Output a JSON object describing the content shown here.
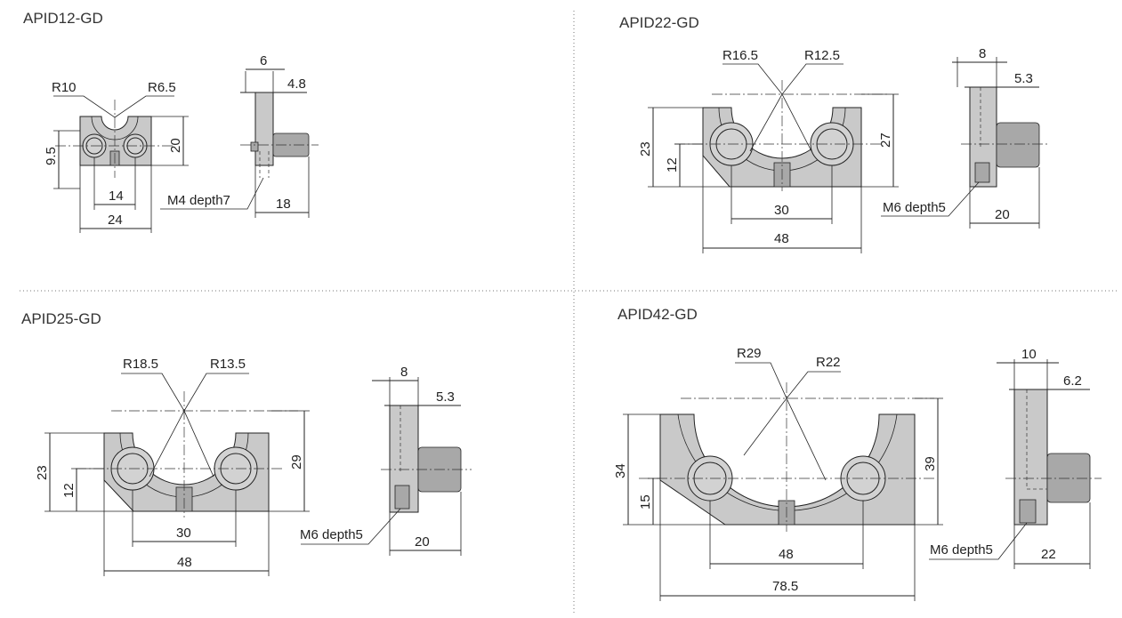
{
  "panels": [
    {
      "title": "APID12-GD",
      "r_outer": "R10",
      "r_inner": "R6.5",
      "h_left": "9.5",
      "h_right": "20",
      "w_holes": "14",
      "w_total": "24",
      "side_top": "6",
      "side_inner": "4.8",
      "side_depth": "18",
      "thread": "M4 depth7"
    },
    {
      "title": "APID22-GD",
      "r_outer": "R16.5",
      "r_inner": "R12.5",
      "h_total": "23",
      "h_hole": "12",
      "h_right": "27",
      "w_holes": "30",
      "w_total": "48",
      "side_top": "8",
      "side_inner": "5.3",
      "side_depth": "20",
      "thread": "M6 depth5"
    },
    {
      "title": "APID25-GD",
      "r_outer": "R18.5",
      "r_inner": "R13.5",
      "h_total": "23",
      "h_hole": "12",
      "h_right": "29",
      "w_holes": "30",
      "w_total": "48",
      "side_top": "8",
      "side_inner": "5.3",
      "side_depth": "20",
      "thread": "M6 depth5"
    },
    {
      "title": "APID42-GD",
      "r_outer": "R29",
      "r_inner": "R22",
      "h_total": "34",
      "h_hole": "15",
      "h_right": "39",
      "w_holes": "48",
      "w_total": "78.5",
      "side_top": "10",
      "side_inner": "6.2",
      "side_depth": "22",
      "thread": "M6 depth5"
    }
  ]
}
